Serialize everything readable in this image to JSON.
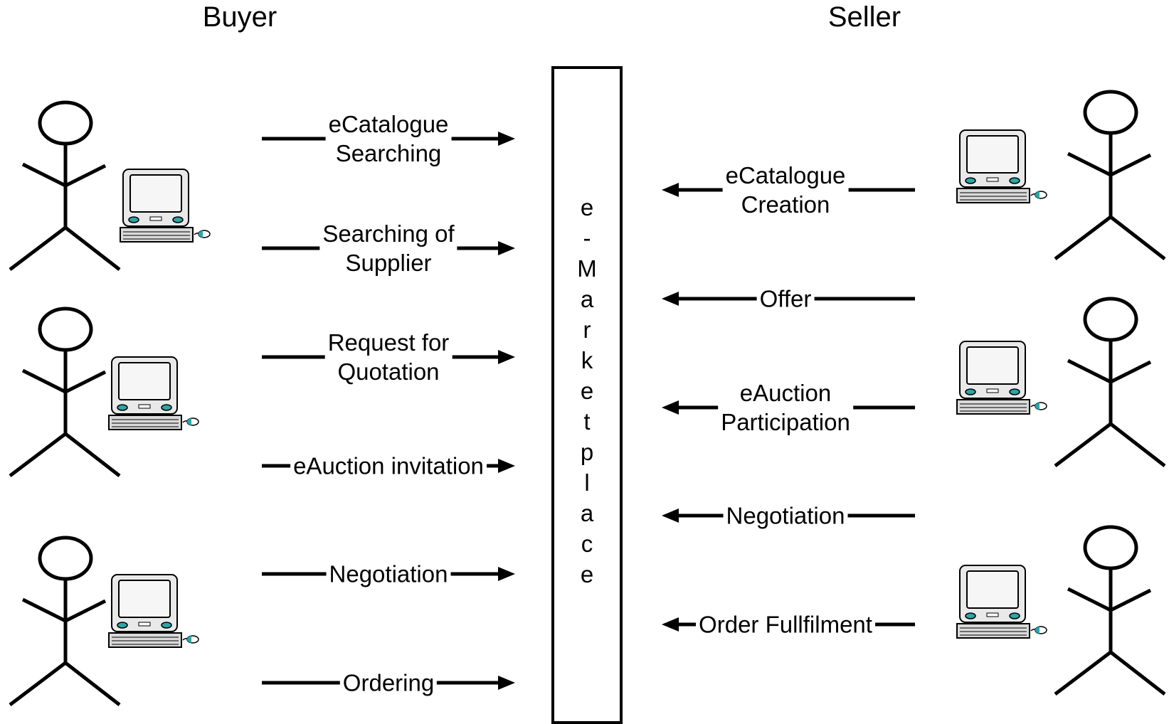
{
  "headings": {
    "buyer": "Buyer",
    "seller": "Seller"
  },
  "marketplace": {
    "label": [
      "e",
      "-",
      "M",
      "a",
      "r",
      "k",
      "e",
      "t",
      "p",
      "l",
      "a",
      "c",
      "e"
    ]
  },
  "buyer_flows": [
    {
      "lines": [
        "eCatalogue",
        "Searching"
      ]
    },
    {
      "lines": [
        "Searching of",
        "Supplier"
      ]
    },
    {
      "lines": [
        "Request for",
        "Quotation"
      ]
    },
    {
      "lines": [
        "eAuction invitation"
      ]
    },
    {
      "lines": [
        "Negotiation"
      ]
    },
    {
      "lines": [
        "Ordering"
      ]
    }
  ],
  "seller_flows": [
    {
      "lines": [
        "eCatalogue",
        "Creation"
      ]
    },
    {
      "lines": [
        "Offer"
      ]
    },
    {
      "lines": [
        "eAuction",
        "Participation"
      ]
    },
    {
      "lines": [
        "Negotiation"
      ]
    },
    {
      "lines": [
        "Order Fullfilment"
      ]
    }
  ],
  "icons": {
    "actor": "stick-figure-icon",
    "computer": "computer-icon"
  },
  "colors": {
    "stroke": "#000000",
    "screen_accent": "#2aa7a7",
    "computer_body": "#e9e9e9"
  }
}
